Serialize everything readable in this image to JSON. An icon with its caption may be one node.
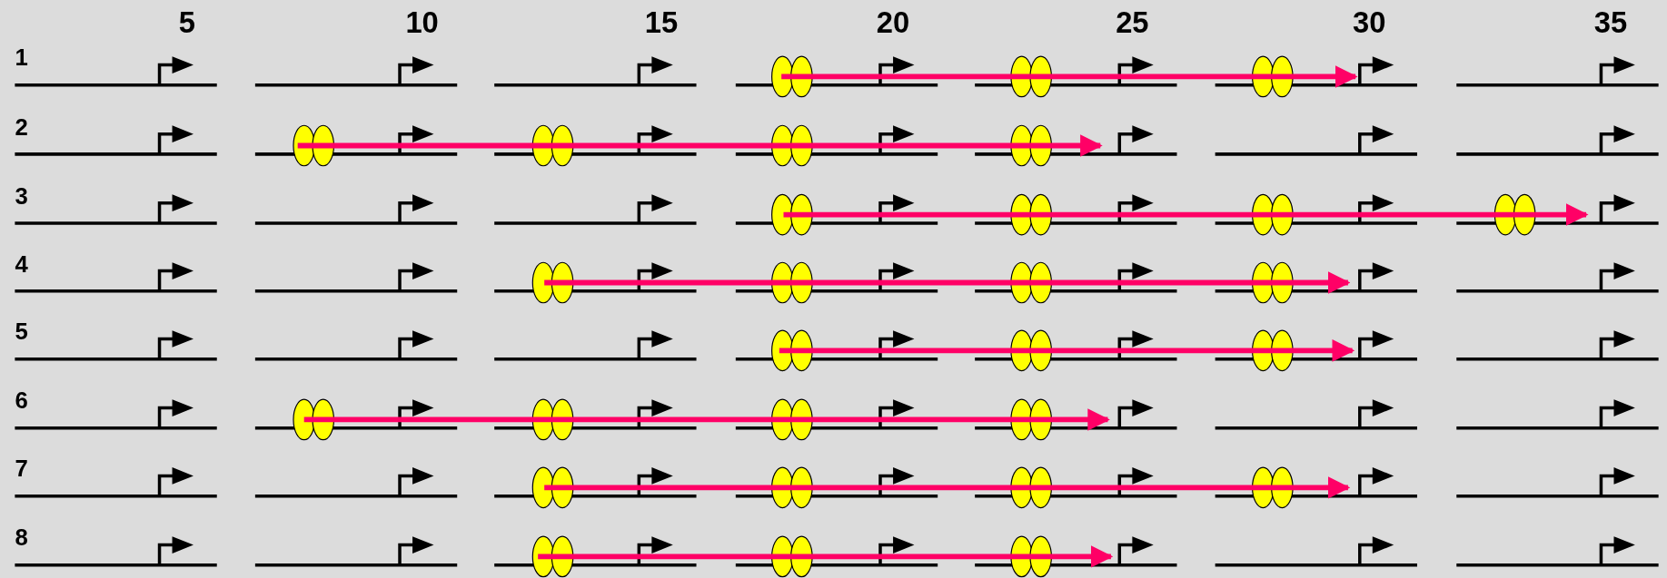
{
  "diagram": {
    "labels": [
      "5",
      "10",
      "15",
      "20",
      "25",
      "30",
      "35",
      "1",
      "2",
      "3",
      "4",
      "5",
      "6",
      "7",
      "8"
    ]
  }
}
